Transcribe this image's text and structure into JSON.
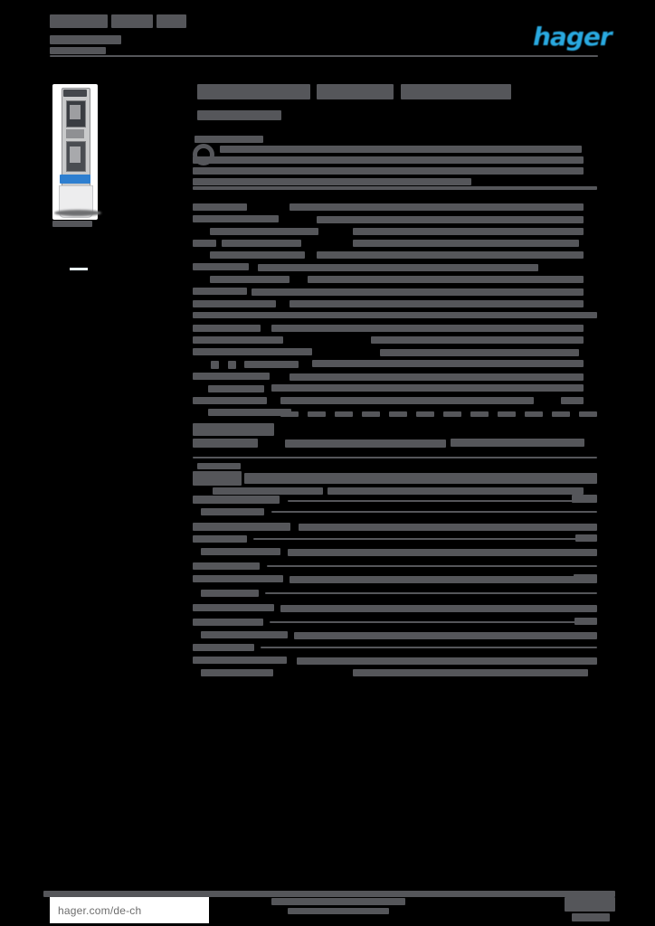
{
  "theme": {
    "background": "#000000",
    "bar_color": "#55565a",
    "accent_blue": "#29a9e0",
    "product_label_blue": "#2e7fd0"
  },
  "header": {
    "logo_text": "hager"
  },
  "footer": {
    "website_url": "hager.com/de-ch"
  },
  "redacted_bars": [
    [
      55,
      16,
      64,
      15
    ],
    [
      123,
      16,
      46,
      15
    ],
    [
      173,
      16,
      33,
      15
    ],
    [
      55,
      39,
      79,
      10
    ],
    [
      55,
      52,
      62,
      8
    ],
    [
      55,
      61,
      606,
      2
    ],
    [
      58,
      244,
      44,
      7
    ],
    [
      218,
      93,
      125,
      17
    ],
    [
      350,
      93,
      85,
      17
    ],
    [
      443,
      93,
      122,
      17
    ],
    [
      218,
      122,
      93,
      11
    ],
    [
      215,
      150,
      76,
      8
    ],
    [
      243,
      161,
      400,
      8
    ],
    [
      213,
      173,
      432,
      8
    ],
    [
      213,
      185,
      432,
      8
    ],
    [
      213,
      197,
      308,
      8
    ],
    [
      213,
      206,
      447,
      4
    ],
    [
      213,
      225,
      60,
      8
    ],
    [
      320,
      225,
      325,
      8
    ],
    [
      213,
      238,
      95,
      8
    ],
    [
      350,
      239,
      295,
      8
    ],
    [
      232,
      252,
      120,
      8
    ],
    [
      390,
      252,
      255,
      8
    ],
    [
      213,
      265,
      26,
      8
    ],
    [
      245,
      265,
      88,
      8
    ],
    [
      390,
      265,
      250,
      8
    ],
    [
      232,
      278,
      105,
      8
    ],
    [
      350,
      278,
      295,
      8
    ],
    [
      213,
      291,
      62,
      8
    ],
    [
      285,
      292,
      310,
      8
    ],
    [
      232,
      305,
      88,
      8
    ],
    [
      340,
      305,
      305,
      8
    ],
    [
      213,
      318,
      60,
      8
    ],
    [
      278,
      319,
      367,
      8
    ],
    [
      213,
      332,
      92,
      8
    ],
    [
      320,
      332,
      325,
      8
    ],
    [
      213,
      345,
      447,
      7
    ],
    [
      213,
      359,
      75,
      8
    ],
    [
      300,
      359,
      345,
      8
    ],
    [
      213,
      372,
      100,
      8
    ],
    [
      410,
      372,
      235,
      8
    ],
    [
      213,
      385,
      132,
      8
    ],
    [
      420,
      386,
      220,
      8
    ],
    [
      233,
      399,
      9,
      9
    ],
    [
      252,
      399,
      9,
      9
    ],
    [
      270,
      399,
      60,
      8
    ],
    [
      345,
      398,
      300,
      8
    ],
    [
      213,
      412,
      85,
      8
    ],
    [
      320,
      413,
      325,
      8
    ],
    [
      230,
      426,
      62,
      8
    ],
    [
      300,
      425,
      345,
      8
    ],
    [
      213,
      439,
      82,
      8
    ],
    [
      310,
      439,
      280,
      8
    ],
    [
      620,
      439,
      25,
      8
    ],
    [
      230,
      452,
      92,
      8
    ],
    [
      310,
      455,
      20,
      6
    ],
    [
      340,
      455,
      20,
      6
    ],
    [
      370,
      455,
      20,
      6
    ],
    [
      400,
      455,
      20,
      6
    ],
    [
      430,
      455,
      20,
      6
    ],
    [
      460,
      455,
      20,
      6
    ],
    [
      490,
      455,
      20,
      6
    ],
    [
      520,
      455,
      20,
      6
    ],
    [
      550,
      455,
      20,
      6
    ],
    [
      580,
      455,
      20,
      6
    ],
    [
      610,
      455,
      20,
      6
    ],
    [
      640,
      455,
      20,
      6
    ],
    [
      213,
      468,
      90,
      14
    ],
    [
      213,
      485,
      72,
      10
    ],
    [
      315,
      486,
      178,
      9
    ],
    [
      498,
      485,
      148,
      9
    ],
    [
      213,
      505,
      447,
      2
    ],
    [
      218,
      512,
      48,
      7
    ],
    [
      213,
      521,
      54,
      16
    ],
    [
      270,
      523,
      390,
      12
    ],
    [
      235,
      539,
      122,
      8
    ],
    [
      362,
      539,
      283,
      8
    ],
    [
      213,
      548,
      96,
      9
    ],
    [
      318,
      553,
      342,
      2
    ],
    [
      632,
      547,
      28,
      9
    ],
    [
      222,
      562,
      70,
      8
    ],
    [
      300,
      565,
      360,
      2
    ],
    [
      213,
      578,
      108,
      9
    ],
    [
      330,
      579,
      330,
      8
    ],
    [
      213,
      592,
      60,
      8
    ],
    [
      280,
      595,
      380,
      2
    ],
    [
      636,
      591,
      24,
      8
    ],
    [
      222,
      606,
      88,
      8
    ],
    [
      318,
      607,
      342,
      8
    ],
    [
      213,
      622,
      74,
      8
    ],
    [
      295,
      625,
      365,
      2
    ],
    [
      213,
      636,
      100,
      8
    ],
    [
      320,
      637,
      340,
      8
    ],
    [
      634,
      635,
      26,
      8
    ],
    [
      222,
      652,
      64,
      8
    ],
    [
      293,
      655,
      367,
      2
    ],
    [
      213,
      668,
      90,
      8
    ],
    [
      310,
      669,
      350,
      8
    ],
    [
      213,
      684,
      78,
      8
    ],
    [
      298,
      687,
      362,
      2
    ],
    [
      635,
      683,
      25,
      8
    ],
    [
      222,
      698,
      96,
      8
    ],
    [
      325,
      699,
      335,
      8
    ],
    [
      213,
      712,
      68,
      8
    ],
    [
      288,
      715,
      372,
      2
    ],
    [
      213,
      726,
      104,
      8
    ],
    [
      328,
      727,
      332,
      8
    ],
    [
      222,
      740,
      80,
      8
    ],
    [
      390,
      740,
      260,
      8
    ],
    [
      48,
      985,
      632,
      7
    ],
    [
      300,
      993,
      148,
      8
    ],
    [
      318,
      1004,
      112,
      7
    ],
    [
      624,
      992,
      56,
      16
    ],
    [
      632,
      1010,
      42,
      9
    ]
  ]
}
